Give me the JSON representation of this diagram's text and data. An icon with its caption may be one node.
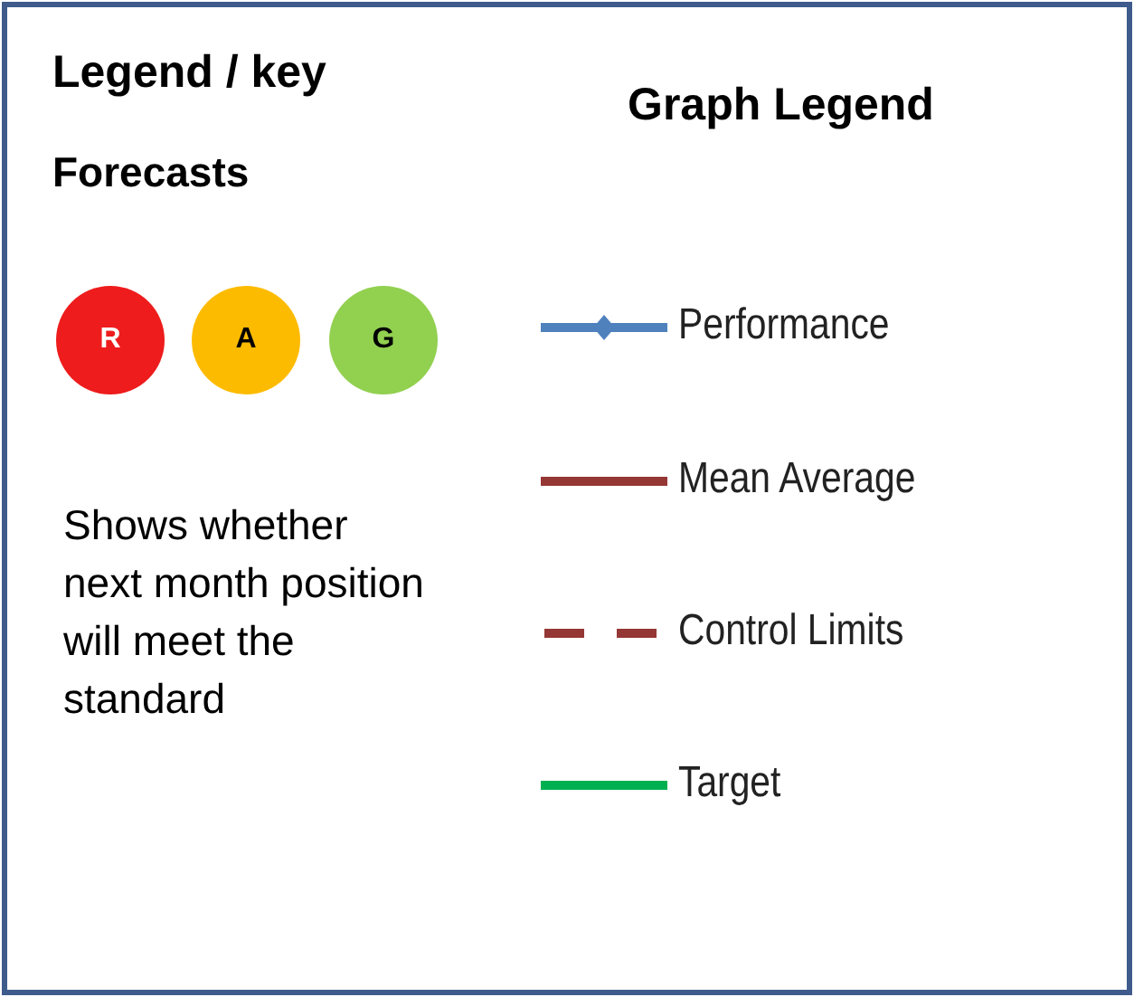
{
  "diagram": {
    "nodes": [
      {
        "text": [
          "R"
        ]
      },
      {
        "text": [
          "A"
        ]
      },
      {
        "text": [
          "G"
        ]
      }
    ],
    "labels": [
      "Legend / key",
      "Forecasts",
      "Graph Legend",
      "Shows whether next month position will meet the standard"
    ],
    "legend": [
      {
        "text": "Performance"
      },
      {
        "text": "Mean Average"
      },
      {
        "text": "Control Limits"
      },
      {
        "text": "Target"
      }
    ]
  }
}
